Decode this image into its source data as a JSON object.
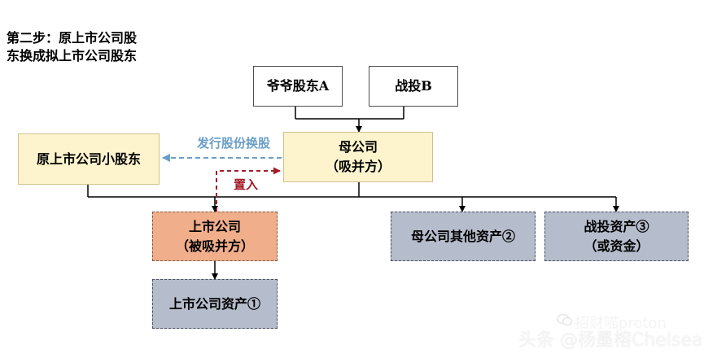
{
  "title": {
    "line1": "第二步：原上市公司股",
    "line2": "东换成拟上市公司股东"
  },
  "nodes": {
    "grandpa": {
      "label": "爷爷股东A"
    },
    "strategic": {
      "label": "战投B"
    },
    "parent": {
      "line1": "母公司",
      "line2": "（吸并方）"
    },
    "old_minority": {
      "label": "原上市公司小股东"
    },
    "listed": {
      "line1": "上市公司",
      "line2": "（被吸并方）"
    },
    "parent_other": {
      "label": "母公司其他资产②"
    },
    "strategic_assets": {
      "line1": "战投资产③",
      "line2": "（或资金）"
    },
    "listed_assets": {
      "label": "上市公司资产①"
    }
  },
  "edges": {
    "issue_label": "发行股份换股",
    "inject_label": "置入"
  },
  "watermark": {
    "line1": "招财喵proton",
    "line2": "头条 @杨墨榕Chelsea"
  },
  "colors": {
    "cream": "#fdf3cc",
    "orange": "#f0ae8a",
    "gray": "#b5bccb",
    "blue_arrow": "#6b9ec7",
    "red_arrow": "#a11d26"
  }
}
